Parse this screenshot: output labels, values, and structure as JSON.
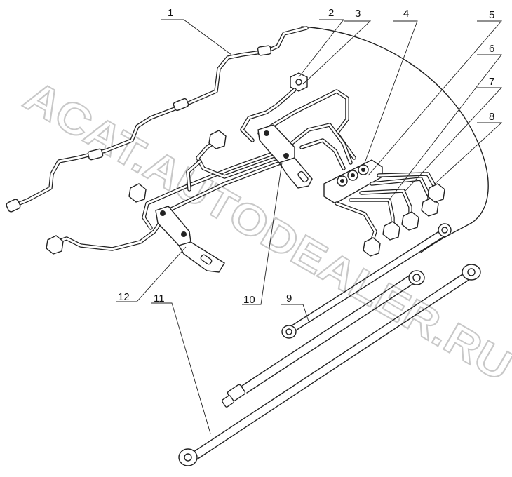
{
  "watermark": "ACAT.AUTODEALER.RU",
  "callouts": [
    {
      "id": "c1",
      "label": "1"
    },
    {
      "id": "c2",
      "label": "2"
    },
    {
      "id": "c3",
      "label": "3"
    },
    {
      "id": "c4",
      "label": "4"
    },
    {
      "id": "c5",
      "label": "5"
    },
    {
      "id": "c6",
      "label": "6"
    },
    {
      "id": "c7",
      "label": "7"
    },
    {
      "id": "c8",
      "label": "8"
    },
    {
      "id": "c9",
      "label": "9"
    },
    {
      "id": "c10",
      "label": "10"
    },
    {
      "id": "c11",
      "label": "11"
    },
    {
      "id": "c12",
      "label": "12"
    }
  ],
  "colors": {
    "line": "#222222",
    "watermark": "#c8c8c8",
    "background": "#ffffff"
  }
}
